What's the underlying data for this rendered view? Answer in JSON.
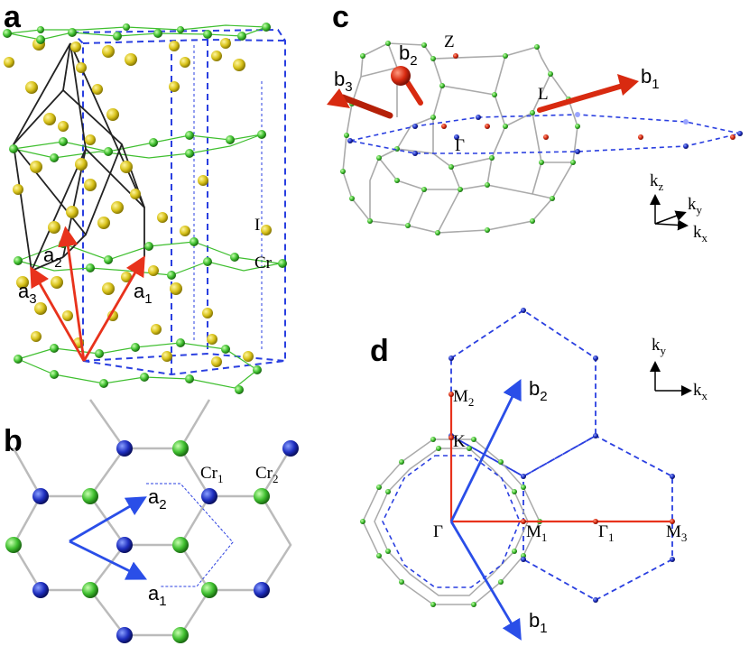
{
  "panels": {
    "a": {
      "letter": "a",
      "vectors": [
        {
          "name": "a",
          "sub": "1"
        },
        {
          "name": "a",
          "sub": "2"
        },
        {
          "name": "a",
          "sub": "3"
        }
      ],
      "atoms": {
        "iodine": "I",
        "chromium": "Cr"
      },
      "colors": {
        "iodine": "#d8c21a",
        "chromium": "#3fbf2f",
        "vector": "#e8321c",
        "cell": "#2a3fe0"
      }
    },
    "b": {
      "letter": "b",
      "vectors": [
        {
          "name": "a",
          "sub": "1"
        },
        {
          "name": "a",
          "sub": "2"
        }
      ],
      "sites": [
        {
          "name": "Cr",
          "sub": "1"
        },
        {
          "name": "Cr",
          "sub": "2"
        }
      ],
      "colors": {
        "site1": "#1f2fc0",
        "site2": "#3fbf2f",
        "vector": "#2a4ee8"
      }
    },
    "c": {
      "letter": "c",
      "vectors": [
        {
          "name": "b",
          "sub": "1"
        },
        {
          "name": "b",
          "sub": "2"
        },
        {
          "name": "b",
          "sub": "3"
        }
      ],
      "points": {
        "Z": "Z",
        "L": "L",
        "Gamma": "Γ"
      },
      "axes": {
        "kz": {
          "name": "k",
          "sub": "z"
        },
        "ky": {
          "name": "k",
          "sub": "y"
        },
        "kx": {
          "name": "k",
          "sub": "x"
        }
      }
    },
    "d": {
      "letter": "d",
      "vectors": [
        {
          "name": "b",
          "sub": "1"
        },
        {
          "name": "b",
          "sub": "2"
        }
      ],
      "points": [
        {
          "name": "M",
          "sub": "2"
        },
        {
          "name": "K",
          "sub": ""
        },
        {
          "name": "Γ",
          "sub": ""
        },
        {
          "name": "M",
          "sub": "1"
        },
        {
          "name": "Γ",
          "sub": "1"
        },
        {
          "name": "M",
          "sub": "3"
        }
      ],
      "axes": {
        "ky": {
          "name": "k",
          "sub": "y"
        },
        "kx": {
          "name": "k",
          "sub": "x"
        }
      },
      "colors": {
        "path": "#e8321c",
        "vector": "#2a4ee8",
        "zone": "#2a3fe0"
      }
    }
  }
}
